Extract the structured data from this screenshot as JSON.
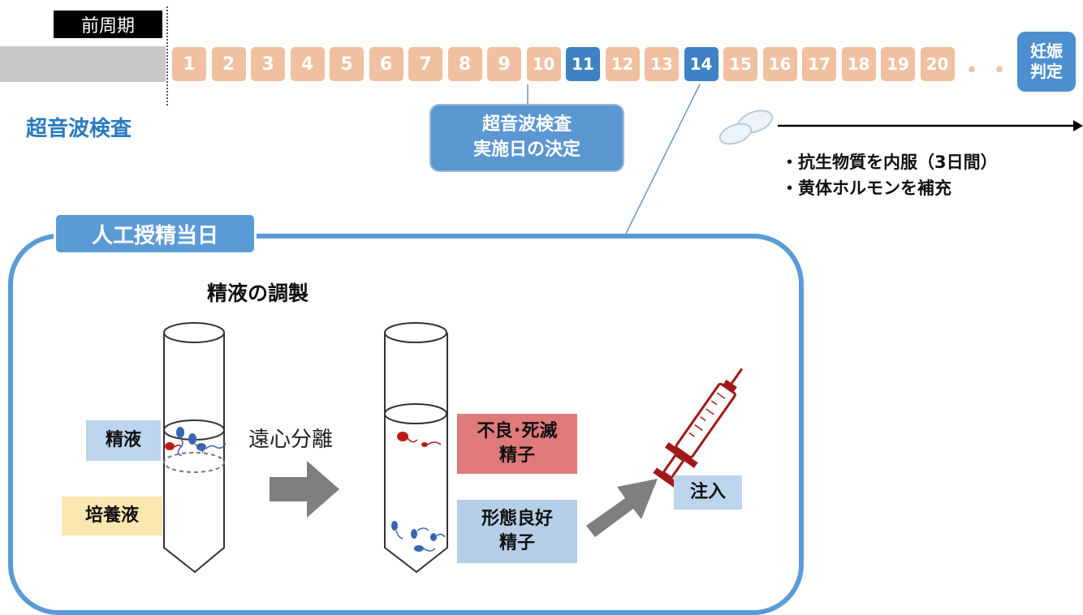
{
  "timeline": {
    "prev_cycle_label": "前周期",
    "days": [
      "1",
      "2",
      "3",
      "4",
      "5",
      "6",
      "7",
      "8",
      "9",
      "10",
      "11",
      "12",
      "13",
      "14",
      "15",
      "16",
      "17",
      "18",
      "19",
      "20"
    ],
    "highlighted_days": [
      "11",
      "14"
    ],
    "ellipsis": "・・・",
    "pregnancy_test": [
      "妊娠",
      "判定"
    ]
  },
  "ultrasound_left_label": "超音波検査",
  "ultrasound_box": [
    "超音波検査",
    "実施日の決定"
  ],
  "medication": [
    "・抗生物質を内服（3日間）",
    "・黄体ホルモンを補充"
  ],
  "ai_day": {
    "label": "人工授精当日",
    "prep_title": "精液の調製",
    "centrifuge_label": "遠心分離",
    "tag_semen": "精液",
    "tag_culture": "培養液",
    "tag_bad": [
      "不良･死滅",
      "精子"
    ],
    "tag_good": [
      "形態良好",
      "精子"
    ],
    "tag_inject": "注入"
  },
  "colors": {
    "day_box": "#f0c0a0",
    "day_highlight": "#3e82c4",
    "frame_blue": "#5b9bd5",
    "bad_tag": "#e07a7a",
    "good_tag": "#b6cfe9",
    "arrow_gray": "#7f7f7f"
  },
  "icons": [
    "pill-icon",
    "syringe-icon",
    "test-tube-icon",
    "sperm-icon",
    "arrow-right-icon"
  ]
}
